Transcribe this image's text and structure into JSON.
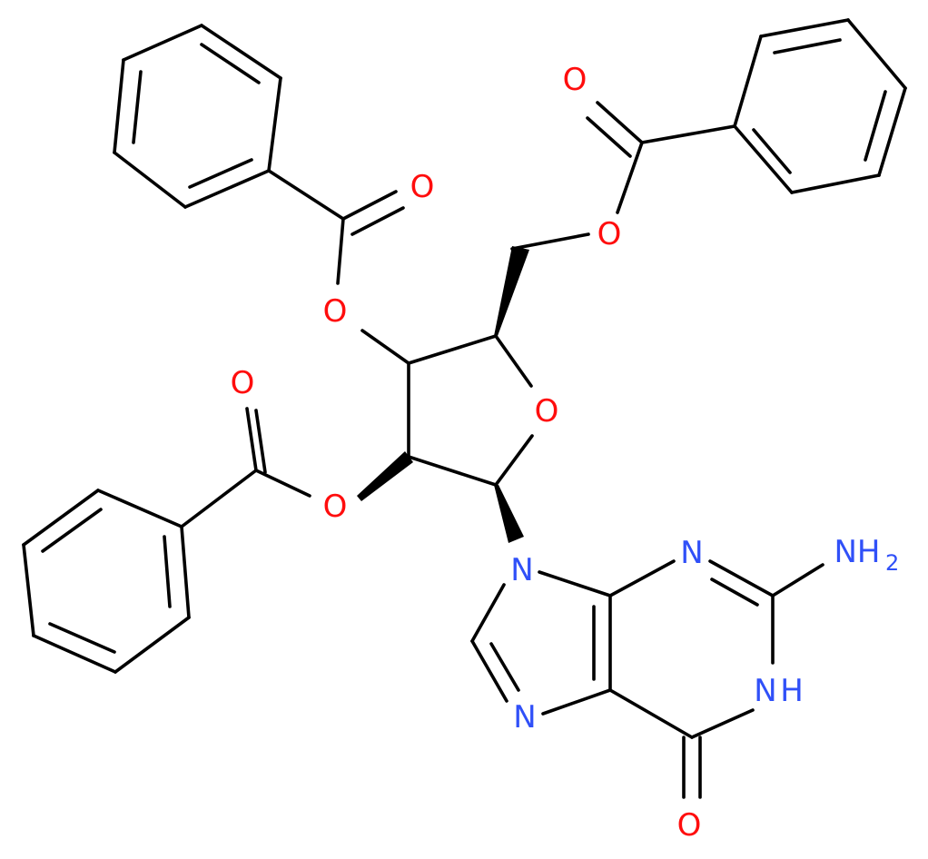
{
  "colors": {
    "bond": "#000000",
    "oxygen": "#ff0d0d",
    "nitrogen": "#3050f8",
    "background": "#ffffff"
  },
  "labels": {
    "o_5p_carbonyl": "O",
    "o_5p_ester": "O",
    "o_3p_carbonyl": "O",
    "o_3p_ester": "O",
    "o_ring": "O",
    "o_2p_carbonyl": "O",
    "o_2p_ester": "O",
    "n9": "N",
    "n3": "N",
    "n7": "N",
    "n1": "N",
    "n1_h": "H",
    "amine_n": "NH",
    "amine_sub": "2",
    "o6": "O"
  }
}
